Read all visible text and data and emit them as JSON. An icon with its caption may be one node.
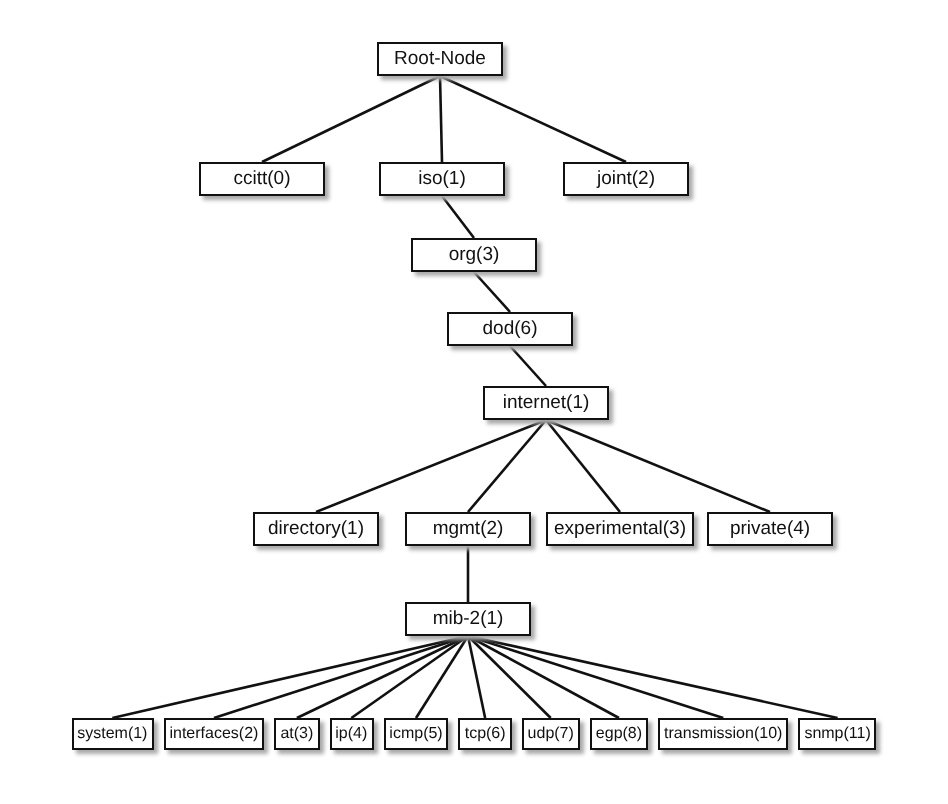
{
  "diagram": {
    "nodes": [
      {
        "text": [
          "Root-Node"
        ]
      },
      {
        "text": [
          "ccitt(0)"
        ]
      },
      {
        "text": [
          "iso(1)"
        ]
      },
      {
        "text": [
          "joint(2)"
        ]
      },
      {
        "text": [
          "org(3)"
        ]
      },
      {
        "text": [
          "dod(6)"
        ]
      },
      {
        "text": [
          "internet(1)"
        ]
      },
      {
        "text": [
          "directory(1)"
        ]
      },
      {
        "text": [
          "mgmt(2)"
        ]
      },
      {
        "text": [
          "experimental(3)"
        ]
      },
      {
        "text": [
          "private(4)"
        ]
      },
      {
        "text": [
          "mib-2(1)"
        ]
      },
      {
        "text": [
          "system(1)"
        ]
      },
      {
        "text": [
          "interfaces(2)"
        ]
      },
      {
        "text": [
          "at(3)"
        ]
      },
      {
        "text": [
          "ip(4)"
        ]
      },
      {
        "text": [
          "icmp(5)"
        ]
      },
      {
        "text": [
          "tcp(6)"
        ]
      },
      {
        "text": [
          "udp(7)"
        ]
      },
      {
        "text": [
          "egp(8)"
        ]
      },
      {
        "text": [
          "transmission(10)"
        ]
      },
      {
        "text": [
          "snmp(11)"
        ]
      }
    ],
    "edges": [
      {
        "from": 0,
        "to": 1,
        "arrow": "none"
      },
      {
        "from": 0,
        "to": 2,
        "arrow": "none"
      },
      {
        "from": 0,
        "to": 3,
        "arrow": "none"
      },
      {
        "from": 2,
        "to": 4,
        "arrow": "none"
      },
      {
        "from": 4,
        "to": 5,
        "arrow": "none"
      },
      {
        "from": 5,
        "to": 6,
        "arrow": "none"
      },
      {
        "from": 6,
        "to": 7,
        "arrow": "none"
      },
      {
        "from": 6,
        "to": 8,
        "arrow": "none"
      },
      {
        "from": 6,
        "to": 9,
        "arrow": "none"
      },
      {
        "from": 6,
        "to": 10,
        "arrow": "none"
      },
      {
        "from": 8,
        "to": 11,
        "arrow": "none"
      },
      {
        "from": 11,
        "to": 12,
        "arrow": "none"
      },
      {
        "from": 11,
        "to": 13,
        "arrow": "none"
      },
      {
        "from": 11,
        "to": 14,
        "arrow": "none"
      },
      {
        "from": 11,
        "to": 15,
        "arrow": "none"
      },
      {
        "from": 11,
        "to": 16,
        "arrow": "none"
      },
      {
        "from": 11,
        "to": 17,
        "arrow": "none"
      },
      {
        "from": 11,
        "to": 18,
        "arrow": "none"
      },
      {
        "from": 11,
        "to": 19,
        "arrow": "none"
      },
      {
        "from": 11,
        "to": 20,
        "arrow": "none"
      },
      {
        "from": 11,
        "to": 21,
        "arrow": "none"
      }
    ]
  }
}
